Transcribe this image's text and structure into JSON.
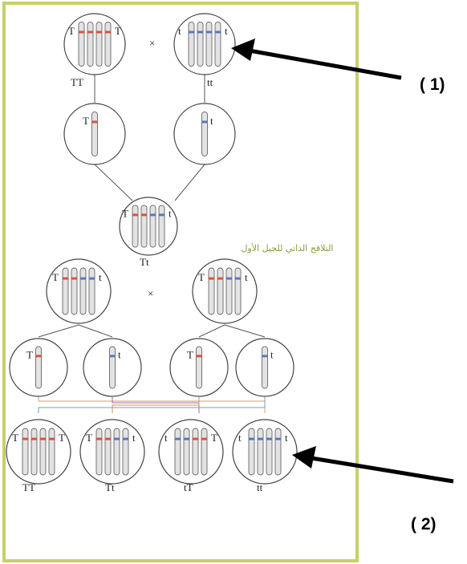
{
  "colors": {
    "frame": "#c7cf6a",
    "allele_T": "#d9543c",
    "allele_t": "#5a78c0",
    "circle": "#444444",
    "arrow": "#000000"
  },
  "parents": {
    "left_genotype": "TT",
    "right_genotype": "tt",
    "cross_symbol": "×"
  },
  "gametes_p": {
    "left_allele": "T",
    "right_allele": "t"
  },
  "f1": {
    "genotype": "Tt"
  },
  "self_cross_caption": "التلاقح الذاتي للجيل الأول",
  "f1_cross": {
    "cross_symbol": "×"
  },
  "f2": {
    "genotypes": [
      "TT",
      "Tt",
      "tT",
      "tt"
    ]
  },
  "callouts": {
    "label_1": "( 1)",
    "label_2": "( 2)"
  }
}
